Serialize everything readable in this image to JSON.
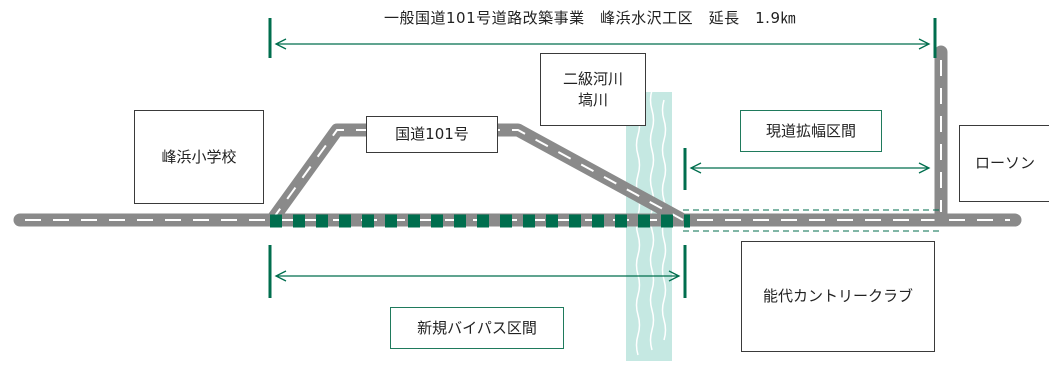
{
  "title": "一般国道101号道路改築事業　峰浜水沢工区　延長　1.9㎞",
  "labels": {
    "school": "峰浜小学校",
    "route": "国道101号",
    "river": "二級河川\n塙川",
    "widening": "現道拡幅区間",
    "lawson": "ローソン",
    "bypass": "新規バイパス区間",
    "country_club": "能代カントリークラブ"
  },
  "colors": {
    "road": "#8c8c8c",
    "road_dash": "#ffffff",
    "accent_green": "#006e4e",
    "river": "#bfe6e0",
    "box_border": "#3a3a3a"
  }
}
